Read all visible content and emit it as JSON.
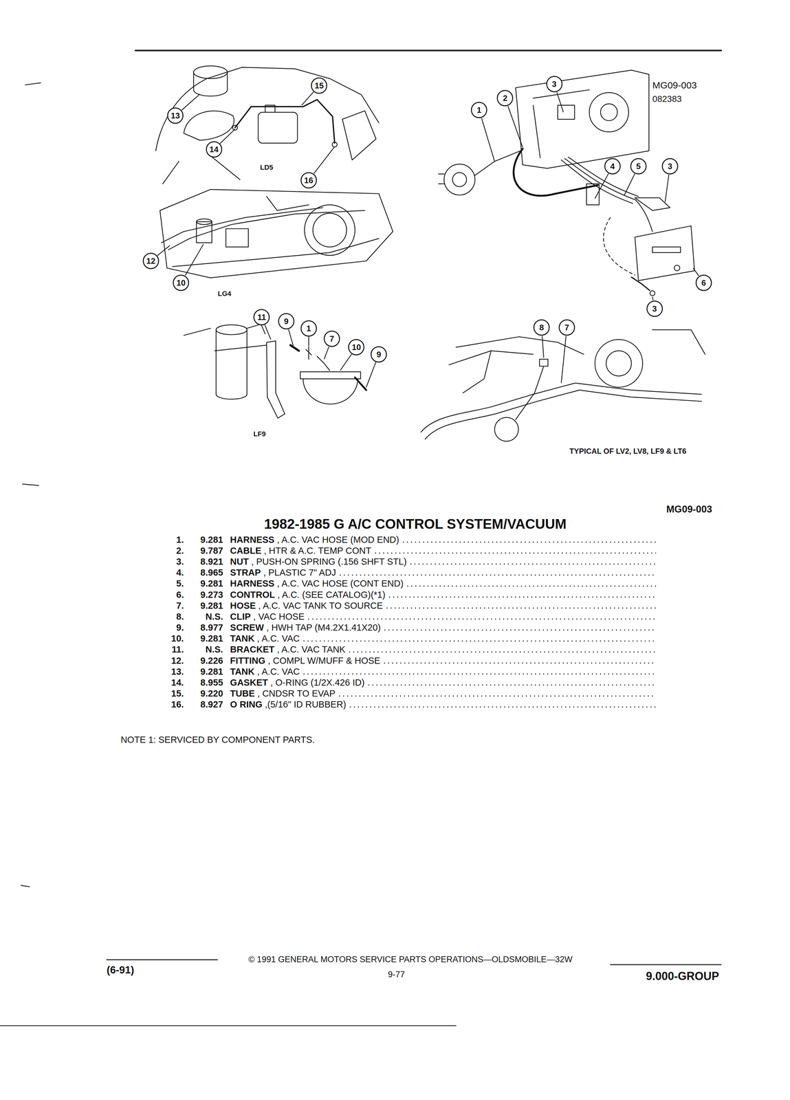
{
  "diagram": {
    "title": "1982-1985 G A/C CONTROL SYSTEM/VACUUM",
    "nodes": [
      {
        "text": [
          "3"
        ]
      },
      {
        "text": [
          "15"
        ]
      },
      {
        "text": [
          "2"
        ]
      },
      {
        "text": [
          "1"
        ]
      },
      {
        "text": [
          "13"
        ]
      },
      {
        "text": [
          "14"
        ]
      },
      {
        "text": [
          "4"
        ]
      },
      {
        "text": [
          "5"
        ]
      },
      {
        "text": [
          "3"
        ]
      },
      {
        "text": [
          "16"
        ]
      },
      {
        "text": [
          "12"
        ]
      },
      {
        "text": [
          "10"
        ]
      },
      {
        "text": [
          "6"
        ]
      },
      {
        "text": [
          "3"
        ]
      },
      {
        "text": [
          "11"
        ]
      },
      {
        "text": [
          "9"
        ]
      },
      {
        "text": [
          "8"
        ]
      },
      {
        "text": [
          "7"
        ]
      },
      {
        "text": [
          "1"
        ]
      },
      {
        "text": [
          "7"
        ]
      },
      {
        "text": [
          "10"
        ]
      },
      {
        "text": [
          "9"
        ]
      }
    ],
    "labels": [
      "MG09-003",
      "082383",
      "LD5",
      "LG4",
      "LF9",
      "TYPICAL OF LV2, LV8, LF9 & LT6",
      "MG09-003",
      "1.",
      "9.281",
      "HARNESS",
      ", A.C. VAC HOSE (MOD END)",
      "2.",
      "9.787",
      "CABLE",
      ", HTR & A.C. TEMP CONT",
      "3.",
      "8.921",
      "NUT",
      ", PUSH-ON SPRING (.156 SHFT STL)",
      "4.",
      "8.965",
      "STRAP",
      ", PLASTIC 7\" ADJ",
      "5.",
      "9.281",
      "HARNESS",
      ", A.C. VAC HOSE (CONT END)",
      "6.",
      "9.273",
      "CONTROL",
      ", A.C. (SEE CATALOG)(*1)",
      "7.",
      "9.281",
      "HOSE",
      ", A.C. VAC TANK TO SOURCE",
      "8.",
      "N.S.",
      "CLIP",
      ", VAC HOSE",
      "9.",
      "8.977",
      "SCREW",
      ", HWH TAP (M4.2X1.41X20)",
      "10.",
      "9.281",
      "TANK",
      ", A.C. VAC",
      "11.",
      "N.S.",
      "BRACKET",
      ", A.C. VAC TANK",
      "12.",
      "9.226",
      "FITTING",
      ", COMPL W/MUFF & HOSE",
      "13.",
      "9.281",
      "TANK",
      ", A.C. VAC",
      "14.",
      "8.955",
      "GASKET",
      ", O-RING (1/2X.426 ID)",
      "15.",
      "9.220",
      "TUBE",
      ", CNDSR TO EVAP",
      "16.",
      "8.927",
      "O RING",
      ",(5/16\" ID RUBBER)",
      "NOTE 1: SERVICED BY COMPONENT PARTS.",
      "(6-91)",
      "© 1991 GENERAL MOTORS SERVICE PARTS OPERATIONS—OLDSMOBILE—32W",
      "9-77",
      "9.000-GROUP"
    ]
  }
}
